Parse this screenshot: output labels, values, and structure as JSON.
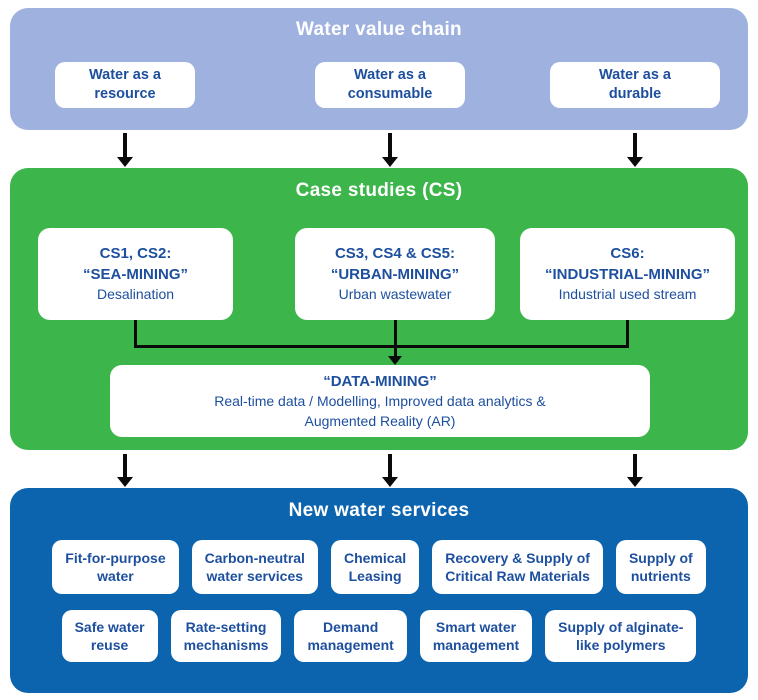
{
  "colors": {
    "panel_light_blue": "#9fb2df",
    "panel_green": "#3cb54a",
    "panel_dark_blue": "#0d64ae",
    "text_blue": "#1d4f9e",
    "arrow_black": "#0a0a0a"
  },
  "water_value_chain": {
    "title": "Water value chain",
    "items": [
      {
        "label": "Water as a\nresource"
      },
      {
        "label": "Water as a\nconsumable"
      },
      {
        "label": "Water as a\ndurable"
      }
    ]
  },
  "case_studies": {
    "title": "Case studies (CS)",
    "cases": [
      {
        "id": "CS1, CS2:",
        "name": "“SEA-MINING”",
        "detail": "Desalination"
      },
      {
        "id": "CS3, CS4 & CS5:",
        "name": "“URBAN-MINING”",
        "detail": "Urban wastewater"
      },
      {
        "id": "CS6:",
        "name": "“INDUSTRIAL-MINING”",
        "detail": "Industrial used stream"
      }
    ],
    "data_mining": {
      "title": "“DATA-MINING”",
      "detail": "Real-time data / Modelling, Improved data analytics &\nAugmented Reality (AR)"
    }
  },
  "new_water_services": {
    "title": "New water services",
    "row1": [
      "Fit-for-purpose\nwater",
      "Carbon-neutral\nwater services",
      "Chemical\nLeasing",
      "Recovery & Supply of\nCritical Raw Materials",
      "Supply of\nnutrients"
    ],
    "row2": [
      "Safe water\nreuse",
      "Rate-setting\nmechanisms",
      "Demand\nmanagement",
      "Smart water\nmanagement",
      "Supply of alginate-\nlike polymers"
    ]
  }
}
